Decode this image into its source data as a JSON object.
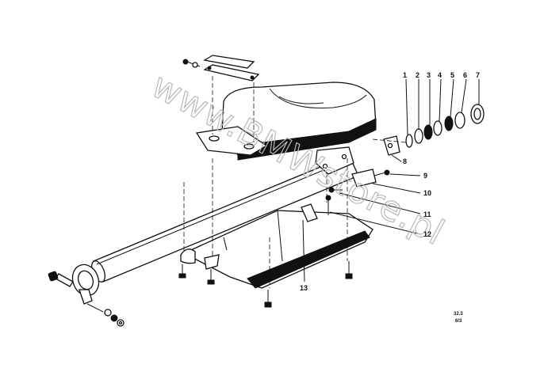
{
  "watermark": "www.BMWstore.pl",
  "callouts": [
    {
      "id": "1",
      "label": "1"
    },
    {
      "id": "2",
      "label": "2"
    },
    {
      "id": "3",
      "label": "3"
    },
    {
      "id": "4",
      "label": "4"
    },
    {
      "id": "5",
      "label": "5"
    },
    {
      "id": "6",
      "label": "6"
    },
    {
      "id": "7",
      "label": "7"
    },
    {
      "id": "8",
      "label": "8"
    },
    {
      "id": "9",
      "label": "9"
    },
    {
      "id": "10",
      "label": "10"
    },
    {
      "id": "11",
      "label": "11"
    },
    {
      "id": "12",
      "label": "12"
    },
    {
      "id": "13",
      "label": "13"
    }
  ],
  "reference": {
    "group": "32.3",
    "page": "6/3"
  }
}
